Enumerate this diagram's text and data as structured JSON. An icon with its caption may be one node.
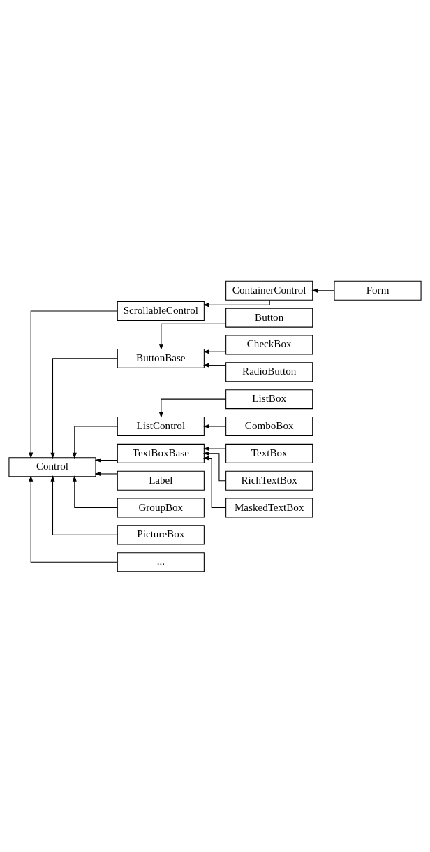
{
  "diagram": {
    "nodes": [
      {
        "text": [
          "Control"
        ]
      },
      {
        "text": [
          "ScrollableControl"
        ]
      },
      {
        "text": [
          "ContainerControl"
        ]
      },
      {
        "text": [
          "Form"
        ]
      },
      {
        "text": [
          "ButtonBase"
        ]
      },
      {
        "text": [
          "Button"
        ]
      },
      {
        "text": [
          "CheckBox"
        ]
      },
      {
        "text": [
          "RadioButton"
        ]
      },
      {
        "text": [
          "ListControl"
        ]
      },
      {
        "text": [
          "ListBox"
        ]
      },
      {
        "text": [
          "ComboBox"
        ]
      },
      {
        "text": [
          "TextBoxBase"
        ]
      },
      {
        "text": [
          "TextBox"
        ]
      },
      {
        "text": [
          "RichTextBox"
        ]
      },
      {
        "text": [
          "MaskedTextBox"
        ]
      },
      {
        "text": [
          "Label"
        ]
      },
      {
        "text": [
          "GroupBox"
        ]
      },
      {
        "text": [
          "PictureBox"
        ]
      },
      {
        "text": [
          "..."
        ]
      }
    ],
    "edges": [
      {
        "from": 1,
        "to": 0,
        "arrow": "to"
      },
      {
        "from": 2,
        "to": 1,
        "arrow": "to"
      },
      {
        "from": 3,
        "to": 2,
        "arrow": "to"
      },
      {
        "from": 4,
        "to": 0,
        "arrow": "to"
      },
      {
        "from": 5,
        "to": 4,
        "arrow": "to"
      },
      {
        "from": 6,
        "to": 4,
        "arrow": "to"
      },
      {
        "from": 7,
        "to": 4,
        "arrow": "to"
      },
      {
        "from": 8,
        "to": 0,
        "arrow": "to"
      },
      {
        "from": 9,
        "to": 8,
        "arrow": "to"
      },
      {
        "from": 10,
        "to": 8,
        "arrow": "to"
      },
      {
        "from": 11,
        "to": 0,
        "arrow": "to"
      },
      {
        "from": 12,
        "to": 11,
        "arrow": "to"
      },
      {
        "from": 13,
        "to": 11,
        "arrow": "to"
      },
      {
        "from": 14,
        "to": 11,
        "arrow": "to"
      },
      {
        "from": 15,
        "to": 0,
        "arrow": "to"
      },
      {
        "from": 16,
        "to": 0,
        "arrow": "to"
      },
      {
        "from": 17,
        "to": 0,
        "arrow": "to"
      },
      {
        "from": 18,
        "to": 0,
        "arrow": "to"
      }
    ]
  }
}
